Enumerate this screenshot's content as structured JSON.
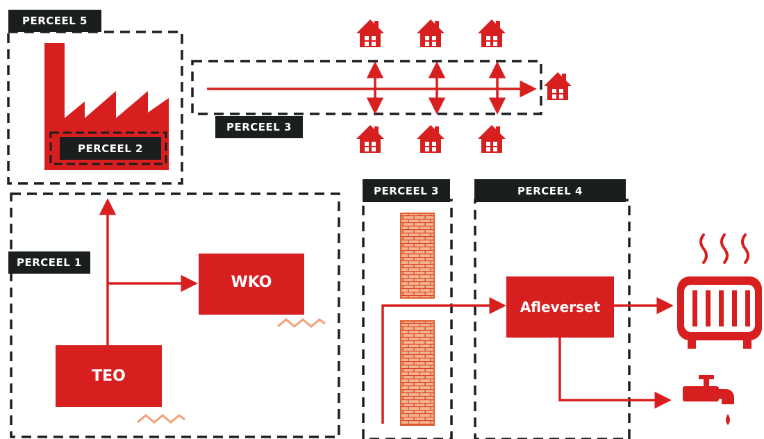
{
  "labels": {
    "perceel5": "PERCEEL 5",
    "perceel2": "PERCEEL 2",
    "perceel3_top": "PERCEEL 3",
    "perceel3_mid": "PERCEEL 3",
    "perceel4": "PERCEEL 4",
    "perceel1": "PERCEEL 1"
  },
  "blocks": {
    "wko": "WKO",
    "teo": "TEO",
    "afleverset": "Afleverset"
  },
  "icons": [
    "factory-icon",
    "house-icon",
    "brick-wall-icon",
    "radiator-icon",
    "heat-waves-icon",
    "water-tap-icon",
    "water-waves-icon"
  ],
  "colors": {
    "accent": "#d81f1f",
    "label_bg": "#1b1e1f",
    "dash": "#1b1e1f",
    "brick": "#f2b08a"
  }
}
